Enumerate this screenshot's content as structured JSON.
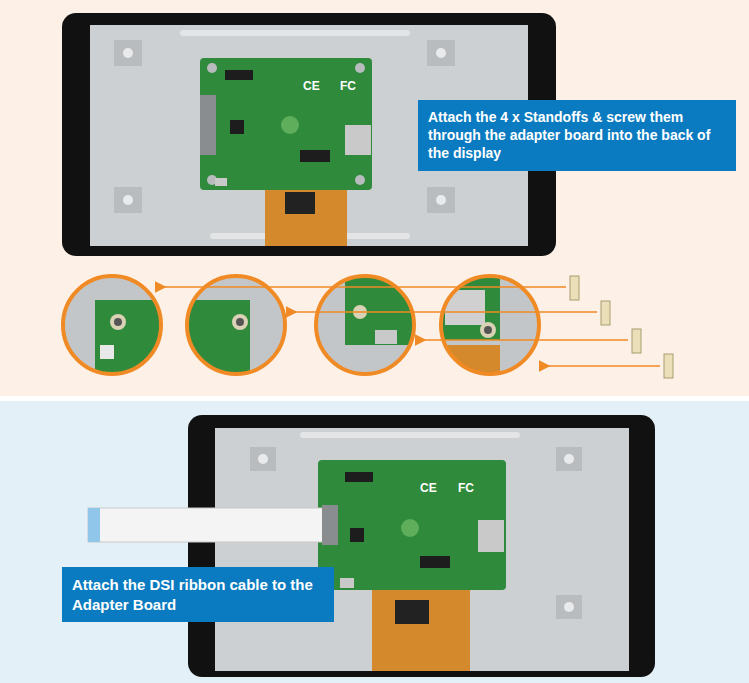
{
  "diagram": {
    "nodes": [
      {
        "text": [
          "Attach the 4 x Standoffs & screw them through the adapter board into the back of the display"
        ]
      },
      {
        "text": [
          "Attach the DSI ribbon cable to the Adapter Board"
        ]
      }
    ],
    "labels": [
      "CE",
      "FC",
      "CE",
      "FC"
    ]
  }
}
